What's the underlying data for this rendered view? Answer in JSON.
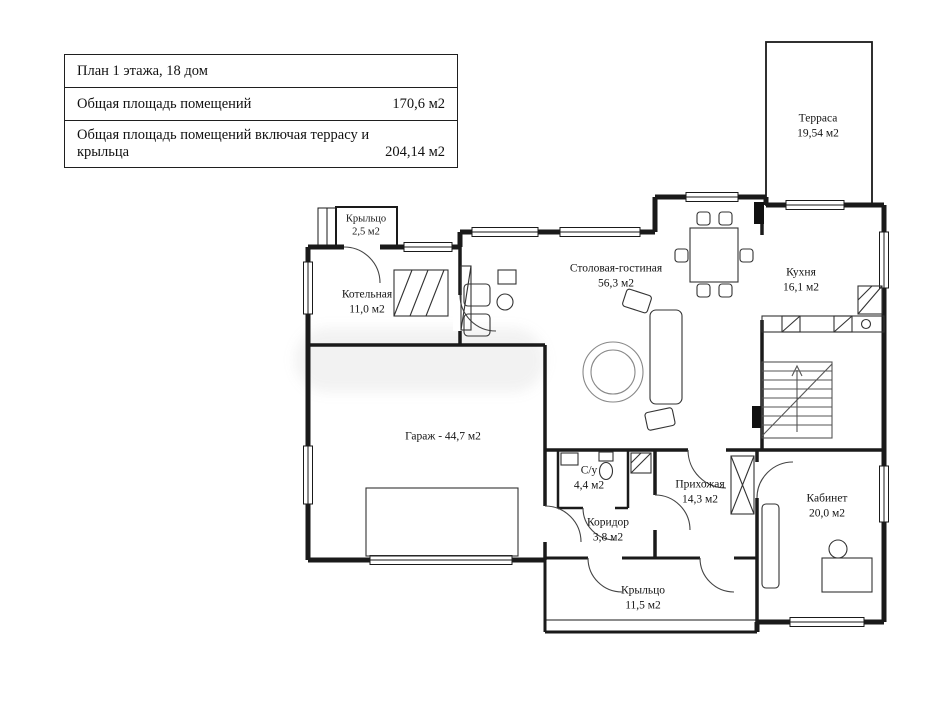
{
  "info_table": {
    "title": "План 1 этажа, 18 дом",
    "rows": [
      {
        "label": "Общая площадь помещений",
        "value": "170,6 м2"
      },
      {
        "label": "Общая площадь помещений включая террасу и крыльца",
        "value": "204,14 м2"
      }
    ]
  },
  "rooms": {
    "terrace": {
      "name": "Терраса",
      "area": "19,54 м2"
    },
    "porch_top": {
      "name": "Крыльцо",
      "area": "2,5 м2"
    },
    "boiler": {
      "name": "Котельная",
      "area": "11,0 м2"
    },
    "living_dining": {
      "name": "Столовая-гостиная",
      "area": "56,3 м2"
    },
    "kitchen": {
      "name": "Кухня",
      "area": "16,1 м2"
    },
    "garage": {
      "name": "Гараж - 44,7 м2",
      "area": ""
    },
    "bathroom": {
      "name": "С/у",
      "area": "4,4 м2"
    },
    "hallway": {
      "name": "Прихожая",
      "area": "14,3 м2"
    },
    "corridor": {
      "name": "Коридор",
      "area": "3,8 м2"
    },
    "study": {
      "name": "Кабинет",
      "area": "20,0 м2"
    },
    "porch_bottom": {
      "name": "Крыльцо",
      "area": "11,5 м2"
    }
  }
}
